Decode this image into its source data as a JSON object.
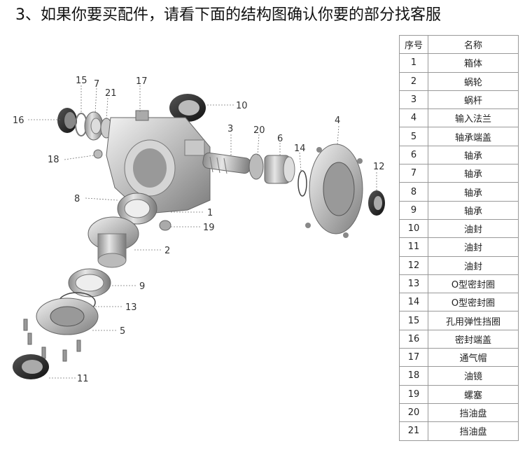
{
  "heading": "3、如果你要买配件，请看下面的结构图确认你要的部分找客服",
  "table": {
    "headers": [
      "序号",
      "名称"
    ],
    "rows": [
      [
        "1",
        "箱体"
      ],
      [
        "2",
        "蜗轮"
      ],
      [
        "3",
        "蜗杆"
      ],
      [
        "4",
        "输入法兰"
      ],
      [
        "5",
        "轴承端盖"
      ],
      [
        "6",
        "轴承"
      ],
      [
        "7",
        "轴承"
      ],
      [
        "8",
        "轴承"
      ],
      [
        "9",
        "轴承"
      ],
      [
        "10",
        "油封"
      ],
      [
        "11",
        "油封"
      ],
      [
        "12",
        "油封"
      ],
      [
        "13",
        "O型密封圈"
      ],
      [
        "14",
        "O型密封圈"
      ],
      [
        "15",
        "孔用弹性挡圈"
      ],
      [
        "16",
        "密封端盖"
      ],
      [
        "17",
        "通气帽"
      ],
      [
        "18",
        "油镜"
      ],
      [
        "19",
        "螺塞"
      ],
      [
        "20",
        "挡油盘"
      ],
      [
        "21",
        "挡油盘"
      ]
    ]
  },
  "callouts": [
    "1",
    "2",
    "3",
    "4",
    "5",
    "6",
    "7",
    "8",
    "9",
    "10",
    "11",
    "12",
    "13",
    "14",
    "15",
    "16",
    "17",
    "18",
    "19",
    "20",
    "21"
  ]
}
